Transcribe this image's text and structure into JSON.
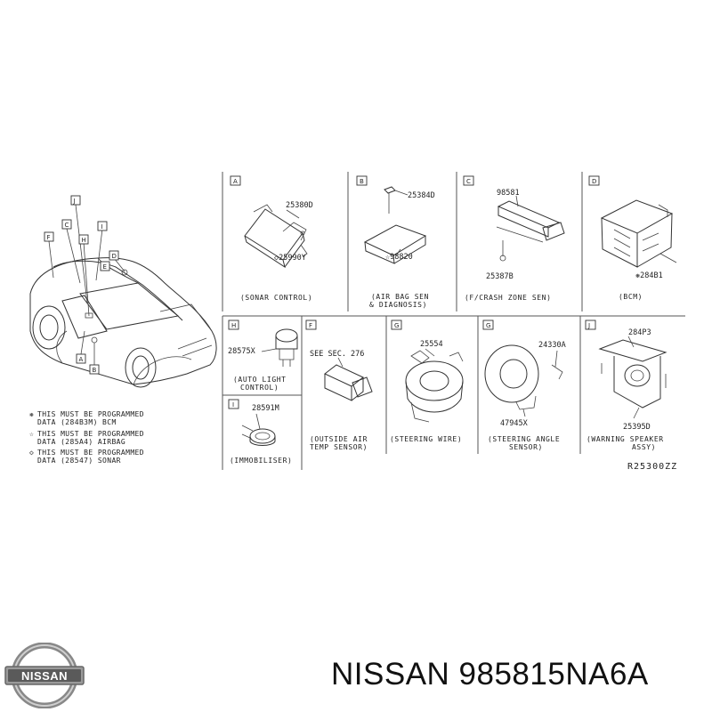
{
  "brand": {
    "logo_text": "NISSAN"
  },
  "footer": {
    "title": "NISSAN 985815NA6A"
  },
  "overview": {
    "callouts": [
      "F",
      "C",
      "J",
      "H",
      "I",
      "D",
      "E",
      "A",
      "B"
    ]
  },
  "notes": [
    {
      "symbol": "❋",
      "line1": "THIS MUST BE PROGRAMMED",
      "line2": "DATA (284B3M) BCM"
    },
    {
      "symbol": "☆",
      "line1": "THIS MUST BE PROGRAMMED",
      "line2": "DATA (285A4) AIRBAG"
    },
    {
      "symbol": "◇",
      "line1": "THIS MUST BE PROGRAMMED",
      "line2": "DATA (28547) SONAR"
    }
  ],
  "panels": {
    "A": {
      "letter": "A",
      "parts": [
        "25380D",
        "◇25990Y"
      ],
      "caption": [
        "(SONAR CONTROL)"
      ]
    },
    "B": {
      "letter": "B",
      "parts": [
        "25384D",
        "☆98820"
      ],
      "caption": [
        "(AIR BAG SEN",
        "& DIAGNOSIS)"
      ]
    },
    "C": {
      "letter": "C",
      "parts": [
        "98581",
        "25387B"
      ],
      "caption": [
        "(F/CRASH ZONE SEN)"
      ]
    },
    "D": {
      "letter": "D",
      "parts": [
        "❋284B1"
      ],
      "caption": [
        "(BCM)"
      ]
    },
    "H": {
      "letter": "H",
      "parts": [
        "28575X"
      ],
      "caption": [
        "(AUTO LIGHT",
        "CONTROL)"
      ]
    },
    "F": {
      "letter": "F",
      "parts": [
        "SEE SEC. 276"
      ],
      "caption": [
        "(OUTSIDE AIR",
        "TEMP SENSOR)"
      ]
    },
    "G1": {
      "letter": "G",
      "parts": [
        "25554"
      ],
      "caption": [
        "(STEERING WIRE)"
      ]
    },
    "G2": {
      "letter": "G",
      "parts": [
        "24330A",
        "47945X"
      ],
      "caption": [
        "(STEERING ANGLE",
        "SENSOR)"
      ]
    },
    "J": {
      "letter": "J",
      "parts": [
        "284P3",
        "25395D"
      ],
      "caption": [
        "(WARNING SPEAKER",
        "ASSY)"
      ]
    },
    "I": {
      "letter": "I",
      "parts": [
        "28591M"
      ],
      "caption": [
        "(IMMOBILISER)"
      ]
    }
  },
  "reference_code": "R25300ZZ"
}
